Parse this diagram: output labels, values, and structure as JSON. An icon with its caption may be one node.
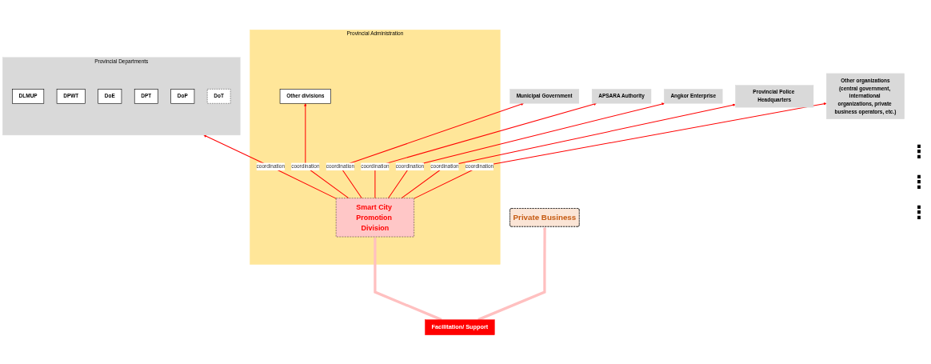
{
  "diagram": {
    "nodes": [
      {
        "text": [
          "Provincial Administration"
        ]
      },
      {
        "text": [
          "Other divisions"
        ],
        "in": 0
      },
      {
        "text": [
          "Smart City Promotion Division"
        ],
        "in": 0
      },
      {
        "text": [
          "Provincial Departments"
        ]
      },
      {
        "text": [
          "DLMUP"
        ],
        "in": 3
      },
      {
        "text": [
          "DPWT"
        ],
        "in": 3
      },
      {
        "text": [
          "DoE"
        ],
        "in": 3
      },
      {
        "text": [
          "DPT"
        ],
        "in": 3
      },
      {
        "text": [
          "DoP"
        ],
        "in": 3
      },
      {
        "text": [
          "DoT"
        ],
        "in": 3
      },
      {
        "text": [
          "Municipal Government"
        ]
      },
      {
        "text": [
          "APSARA Authority"
        ]
      },
      {
        "text": [
          "Angkor Enterprise"
        ]
      },
      {
        "text": [
          "Provincial Police Headquarters"
        ]
      },
      {
        "text": [
          "Other organizations",
          "(central government, international organizations, private business operators, etc.)"
        ]
      },
      {
        "text": [
          "Facilitation/ Support"
        ]
      },
      {
        "text": [
          "Private Business"
        ]
      }
    ],
    "edges": [
      {
        "from": 2,
        "to": 1,
        "arrow": "to",
        "label": "coordination"
      },
      {
        "from": 2,
        "to": 3,
        "arrow": "to",
        "label": "coordination"
      },
      {
        "from": 2,
        "to": 10,
        "arrow": "to",
        "label": "coordination"
      },
      {
        "from": 2,
        "to": 11,
        "arrow": "to",
        "label": "coordination"
      },
      {
        "from": 2,
        "to": 12,
        "arrow": "to",
        "label": "coordination"
      },
      {
        "from": 2,
        "to": 13,
        "arrow": "to",
        "label": "coordination"
      },
      {
        "from": 2,
        "to": 14,
        "arrow": "to",
        "label": "coordination"
      },
      {
        "from": 15,
        "to": 2,
        "arrow": "to",
        "style": "thick",
        "color": "#ffc0c0"
      },
      {
        "from": 15,
        "to": 16,
        "arrow": "to",
        "style": "thick",
        "color": "#ffc0c0"
      }
    ],
    "labels": [
      "⋮",
      "⋮",
      "⋮"
    ]
  }
}
